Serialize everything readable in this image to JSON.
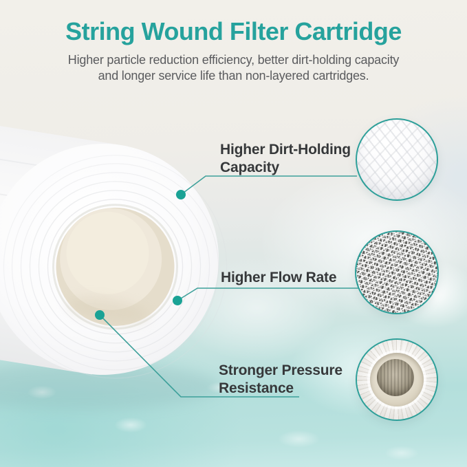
{
  "header": {
    "title": "String Wound Filter Cartridge",
    "subtitle_line1": "Higher particle reduction efficiency, better dirt-holding capacity",
    "subtitle_line2": "and longer service life than non-layered cartridges."
  },
  "callouts": [
    {
      "id": "dirt-holding",
      "line1": "Higher Dirt-Holding",
      "line2": "Capacity",
      "detail_view": "string-wound-yarn-closeup"
    },
    {
      "id": "flow-rate",
      "line1": "Higher Flow Rate",
      "line2": "",
      "detail_view": "melt-blown-fiber-mesh-closeup"
    },
    {
      "id": "pressure-resistance",
      "line1": "Stronger Pressure",
      "line2": "Resistance",
      "detail_view": "cartridge-end-core-view"
    }
  ],
  "product": {
    "photo": "string-wound-filter-cartridge-angled-end-view"
  },
  "colors": {
    "accent_teal": "#2d9f99",
    "callout_line": "#3da09a",
    "callout_dot": "#1aa295",
    "title_text": "#26a29d",
    "subtitle_text": "#5a5b5e",
    "label_text": "#36383a",
    "water": "#aededb"
  }
}
